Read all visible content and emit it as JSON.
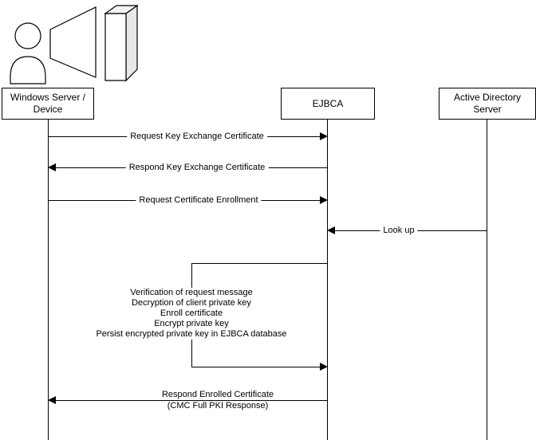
{
  "diagram": {
    "actors": [
      {
        "id": "windows-server",
        "label": "Windows Server /\nDevice"
      },
      {
        "id": "ejbca",
        "label": "EJBCA"
      },
      {
        "id": "active-directory",
        "label": "Active Directory\nServer"
      }
    ],
    "messages": [
      {
        "label": "Request Key Exchange Certificate",
        "from": "windows-server",
        "to": "ejbca"
      },
      {
        "label": "Respond Key Exchange Certificate",
        "from": "ejbca",
        "to": "windows-server"
      },
      {
        "label": "Request Certificate Enrollment",
        "from": "windows-server",
        "to": "ejbca"
      },
      {
        "label": "Look up",
        "from": "active-directory",
        "to": "ejbca"
      },
      {
        "label": "Respond Enrolled Certificate\n(CMC Full PKI Response)",
        "from": "ejbca",
        "to": "windows-server"
      }
    ],
    "self_process": {
      "actor": "ejbca",
      "label": "Verification of request message\nDecryption of client private key\nEnroll certificate\nEncrypt private key\nPersist encrypted private key in EJBCA database"
    },
    "icon": {
      "name": "presenter-projection-screen-icon"
    }
  },
  "colors": {
    "line": "#000000",
    "background": "#ffffff",
    "screen_side": "#e8e8e8",
    "screen_top": "#f5f5f5"
  }
}
